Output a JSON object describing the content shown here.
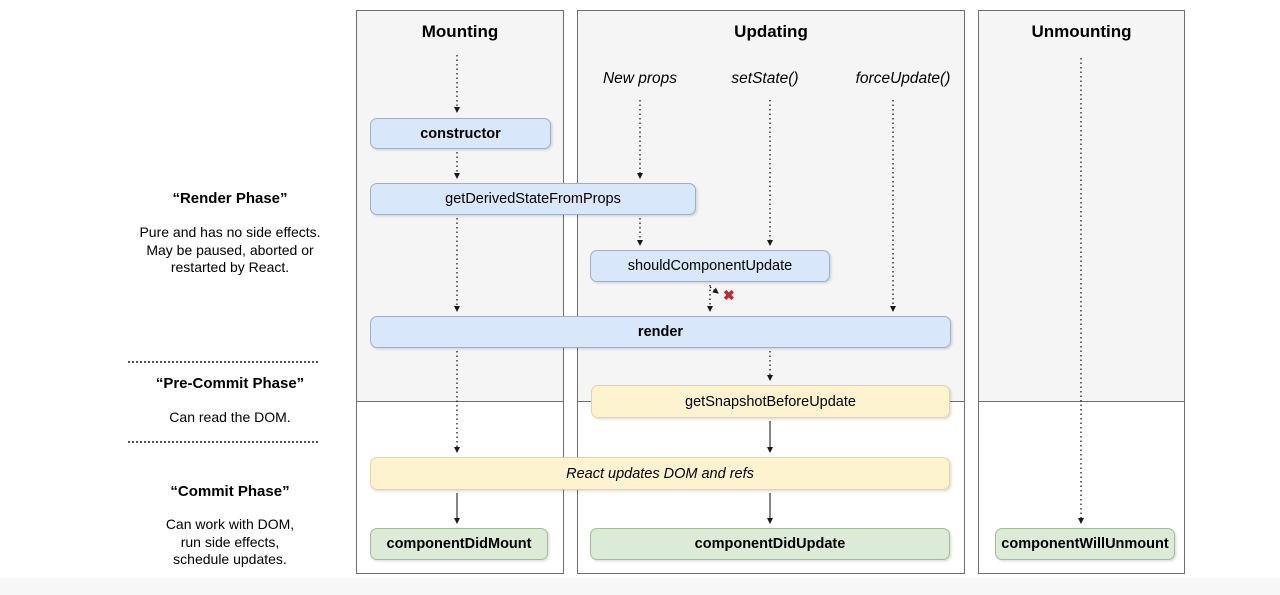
{
  "left_panel": {
    "phases": [
      {
        "title": "“Render Phase”",
        "description": "Pure and has no side effects.\nMay be paused, aborted or\nrestarted by React."
      },
      {
        "title": "“Pre-Commit Phase”",
        "description": "Can read the DOM."
      },
      {
        "title": "“Commit Phase”",
        "description": "Can work with DOM,\nrun side effects,\nschedule updates."
      }
    ]
  },
  "columns": {
    "mounting": {
      "title": "Mounting"
    },
    "updating": {
      "title": "Updating",
      "triggers": [
        "New props",
        "setState()",
        "forceUpdate()"
      ]
    },
    "unmounting": {
      "title": "Unmounting"
    }
  },
  "lifecycle_boxes": {
    "constructor": "constructor",
    "get_derived_state_from_props": "getDerivedStateFromProps",
    "should_component_update": "shouldComponentUpdate",
    "render": "render",
    "get_snapshot_before_update": "getSnapshotBeforeUpdate",
    "react_updates_dom": "React updates DOM and refs",
    "component_did_mount": "componentDidMount",
    "component_did_update": "componentDidUpdate",
    "component_will_unmount": "componentWillUnmount"
  },
  "icons": {
    "no_rerender_x": "✖"
  },
  "colors": {
    "blue_fill": "#d9e7fa",
    "blue_border": "#9bafcd",
    "yellow_fill": "#fdf3cf",
    "yellow_border": "#e2d5a0",
    "green_fill": "#dcebd6",
    "green_border": "#a0be96",
    "column_border": "#6e6e6e",
    "phase_top_bg": "#f5f5f5",
    "x_red": "#c1272d"
  }
}
